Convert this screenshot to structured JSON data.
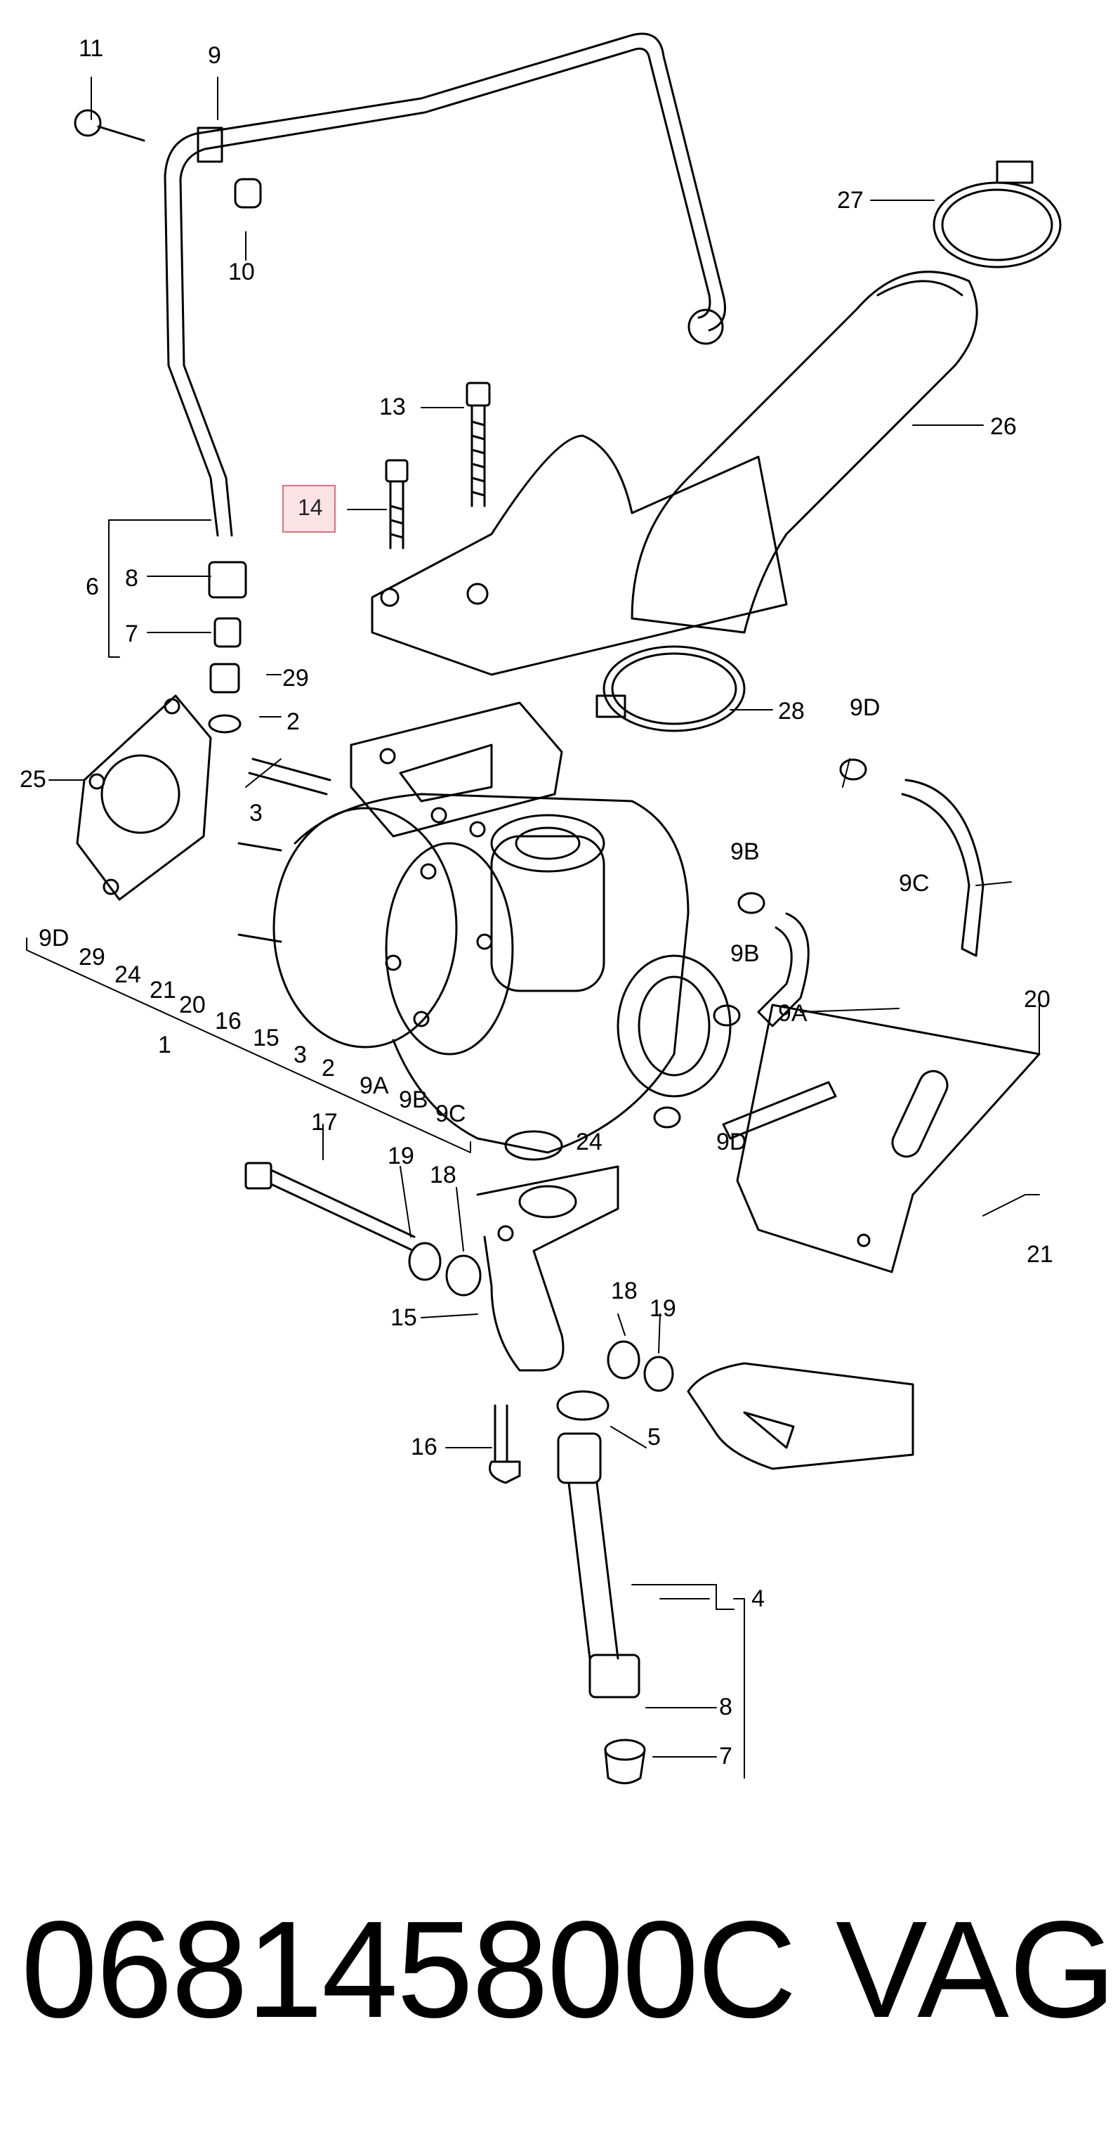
{
  "diagram": {
    "callouts": [
      "11",
      "9",
      "10",
      "27",
      "26",
      "13",
      "14",
      "6",
      "8",
      "7",
      "29",
      "2",
      "25",
      "3",
      "28",
      "9D",
      "9B",
      "9C",
      "9A",
      "20",
      "1",
      "9D",
      "29",
      "24",
      "21",
      "20",
      "16",
      "15",
      "3",
      "2",
      "9A",
      "9B",
      "9C",
      "17",
      "19",
      "18",
      "24",
      "21",
      "15",
      "18",
      "19",
      "5",
      "16",
      "4",
      "8",
      "7",
      "9D"
    ],
    "highlighted_callout": "14"
  },
  "footer": {
    "part_number": "068145800C",
    "brand": "VAG"
  },
  "colors": {
    "line": "#000000",
    "highlight_fill": "#fbe3e6",
    "highlight_border": "#e0707d"
  }
}
